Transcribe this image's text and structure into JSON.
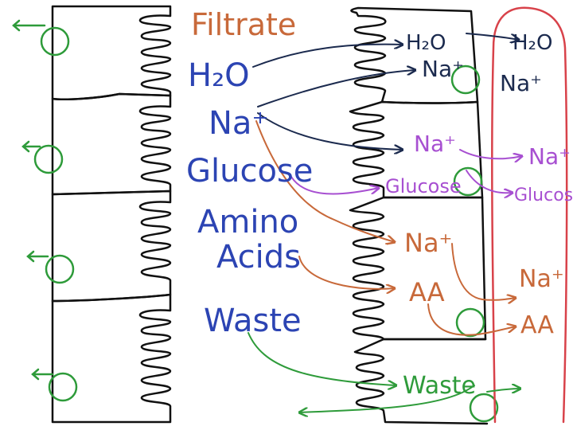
{
  "labels": {
    "filtrate": "Filtrate",
    "h2o": "H₂O",
    "na": "Na⁺",
    "glucose": "Glucose",
    "amino": "Amino",
    "acids": "Acids",
    "waste": "Waste"
  },
  "transport": {
    "h2o_cell": "H₂O",
    "na_cell_top": "Na⁺",
    "na_cell_purple": "Na⁺",
    "glucose_cell": "Glucose",
    "na_cell_orange": "Na⁺",
    "aa_cell": "AA",
    "waste_cell": "Waste"
  },
  "blood": {
    "h2o": "H₂O",
    "na_top": "Na⁺",
    "na_purple": "Na⁺",
    "glucose": "Glucos",
    "na_orange": "Na⁺",
    "aa": "AA"
  },
  "colors": {
    "cell_outline": "#111111",
    "vessel": "#d8424a",
    "pump": "#2e9b3a",
    "label_blue": "#2c44b3",
    "orange": "#c8693a",
    "purple": "#a74fd1",
    "navy": "#1b2a4e"
  }
}
